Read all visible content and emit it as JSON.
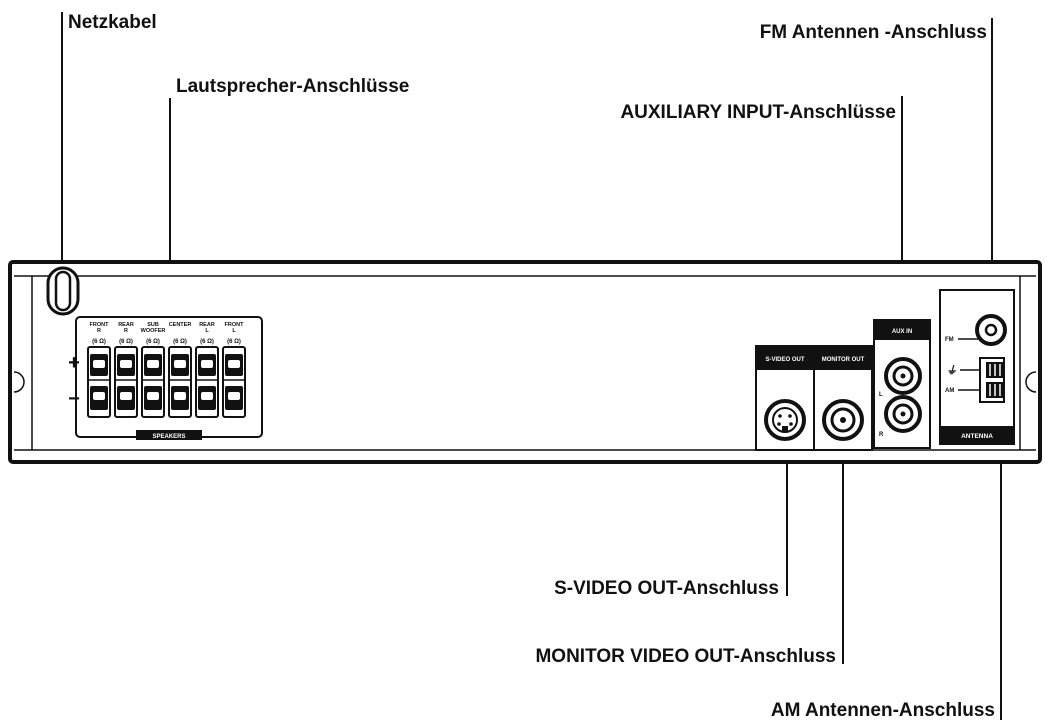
{
  "callouts": {
    "power_cord": "Netzkabel",
    "speaker_terminals": "Lautsprecher-Anschlüsse",
    "fm_antenna": "FM Antennen -Anschluss",
    "aux_input": "AUXILIARY INPUT-Anschlüsse",
    "svideo_out": "S-VIDEO OUT-Anschluss",
    "monitor_out": "MONITOR VIDEO OUT-Anschluss",
    "am_antenna": "AM Antennen-Anschluss"
  },
  "speakers": {
    "terminals": [
      {
        "line1": "FRONT",
        "line2": "R",
        "impedance": "(6 Ω)"
      },
      {
        "line1": "REAR",
        "line2": "R",
        "impedance": "(6 Ω)"
      },
      {
        "line1": "SUB",
        "line2": "WOOFER",
        "impedance": "(6 Ω)"
      },
      {
        "line1": "CENTER",
        "line2": "",
        "impedance": "(6 Ω)"
      },
      {
        "line1": "REAR",
        "line2": "L",
        "impedance": "(6 Ω)"
      },
      {
        "line1": "FRONT",
        "line2": "L",
        "impedance": "(6 Ω)"
      }
    ],
    "plus": "+",
    "minus": "−",
    "panel_label": "SPEAKERS"
  },
  "panels": {
    "svideo_label": "S-VIDEO OUT",
    "monitor_label": "MONITOR OUT",
    "aux_label": "AUX IN",
    "aux_l": "L",
    "aux_r": "R",
    "antenna_label": "ANTENNA",
    "fm_label": "FM",
    "am_label": "AM"
  },
  "colors": {
    "ink": "#111111",
    "paper": "#ffffff"
  }
}
